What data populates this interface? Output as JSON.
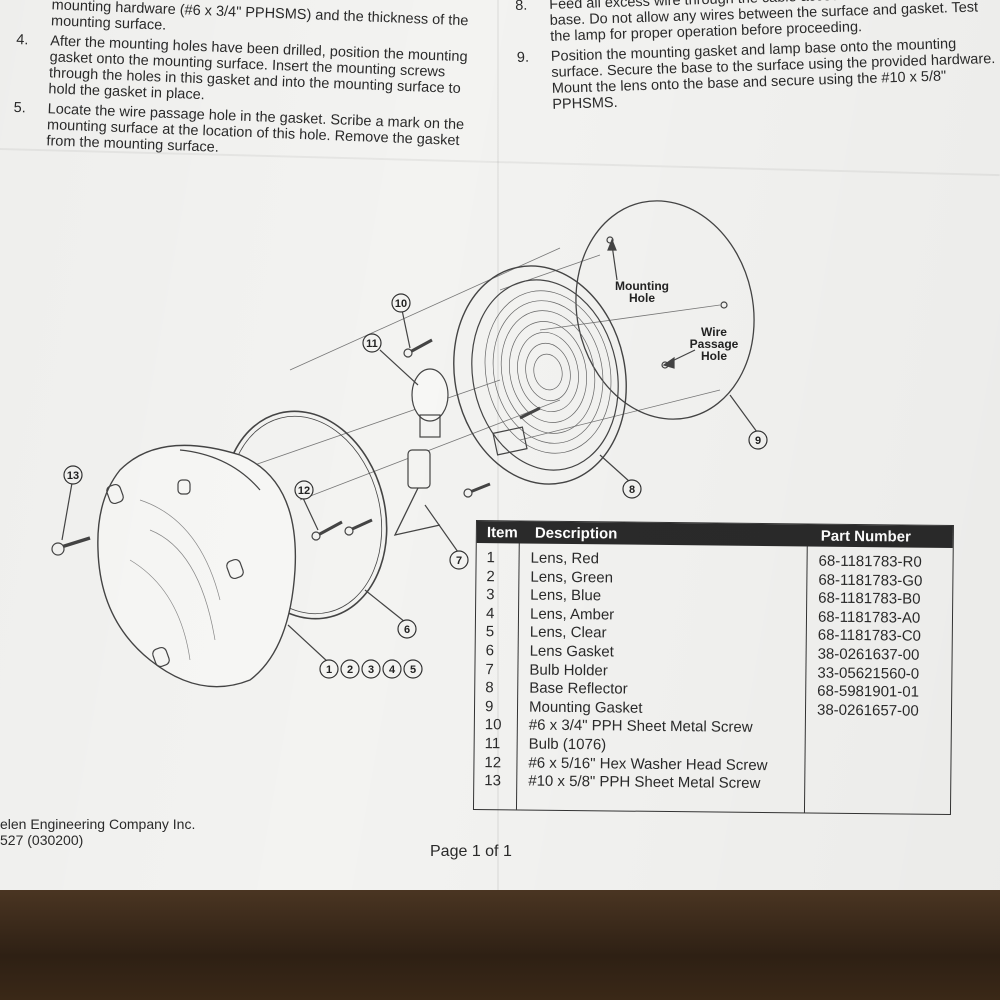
{
  "instructions": {
    "left": [
      {
        "num": "",
        "text": "mounting hardware (#6 x 3/4\" PPHSMS) and the thickness of the mounting surface."
      },
      {
        "num": "4.",
        "text": "After the mounting holes have been drilled, position the mounting gasket onto the mounting surface. Insert the mounting screws through the holes in this gasket and into the mounting surface to hold the gasket in place."
      },
      {
        "num": "5.",
        "text": "Locate the wire passage hole in the gasket. Scribe a mark on the mounting surface at the location of this hole. Remove the gasket from the mounting surface."
      }
    ],
    "right": [
      {
        "num": "8.",
        "text": "Feed all excess wire through the cable access hole from the lamp base. Do not allow any wires between the surface and gasket. Test the lamp for proper operation before proceeding."
      },
      {
        "num": "9.",
        "text": "Position the mounting gasket and lamp base onto the mounting surface. Secure the base to the surface using the provided hardware. Mount the lens onto the base and secure using the #10 x 5/8\" PPHSMS."
      }
    ]
  },
  "diagram": {
    "callout_mounting_hole": [
      "Mounting",
      "Hole"
    ],
    "callout_wire_passage": [
      "Wire",
      "Passage",
      "Hole"
    ],
    "labels": {
      "l6": "6",
      "l7": "7",
      "l8": "8",
      "l9": "9",
      "l10": "10",
      "l11": "11",
      "l12": "12",
      "l13": "13",
      "l1": "1",
      "l2": "2",
      "l3": "3",
      "l4": "4",
      "l5": "5"
    }
  },
  "parts_table": {
    "headers": {
      "item": "Item",
      "description": "Description",
      "part_number": "Part Number"
    },
    "rows": [
      {
        "item": "1",
        "description": "Lens, Red",
        "part": "68-1181783-R0"
      },
      {
        "item": "2",
        "description": "Lens, Green",
        "part": "68-1181783-G0"
      },
      {
        "item": "3",
        "description": "Lens, Blue",
        "part": "68-1181783-B0"
      },
      {
        "item": "4",
        "description": "Lens, Amber",
        "part": "68-1181783-A0"
      },
      {
        "item": "5",
        "description": "Lens, Clear",
        "part": "68-1181783-C0"
      },
      {
        "item": "6",
        "description": "Lens Gasket",
        "part": "38-0261637-00"
      },
      {
        "item": "7",
        "description": "Bulb Holder",
        "part": "33-05621560-0"
      },
      {
        "item": "8",
        "description": "Base Reflector",
        "part": "68-5981901-01"
      },
      {
        "item": "9",
        "description": "Mounting Gasket",
        "part": "38-0261657-00"
      },
      {
        "item": "10",
        "description": "#6 x 3/4\" PPH Sheet Metal Screw",
        "part": ""
      },
      {
        "item": "11",
        "description": "Bulb (1076)",
        "part": ""
      },
      {
        "item": "12",
        "description": "#6 x 5/16\" Hex Washer Head Screw",
        "part": ""
      },
      {
        "item": "13",
        "description": "#10 x 5/8\" PPH Sheet Metal Screw",
        "part": ""
      }
    ]
  },
  "footer": {
    "company": "elen Engineering Company Inc.",
    "docnum": "527 (030200)",
    "page": "Page 1 of 1"
  }
}
